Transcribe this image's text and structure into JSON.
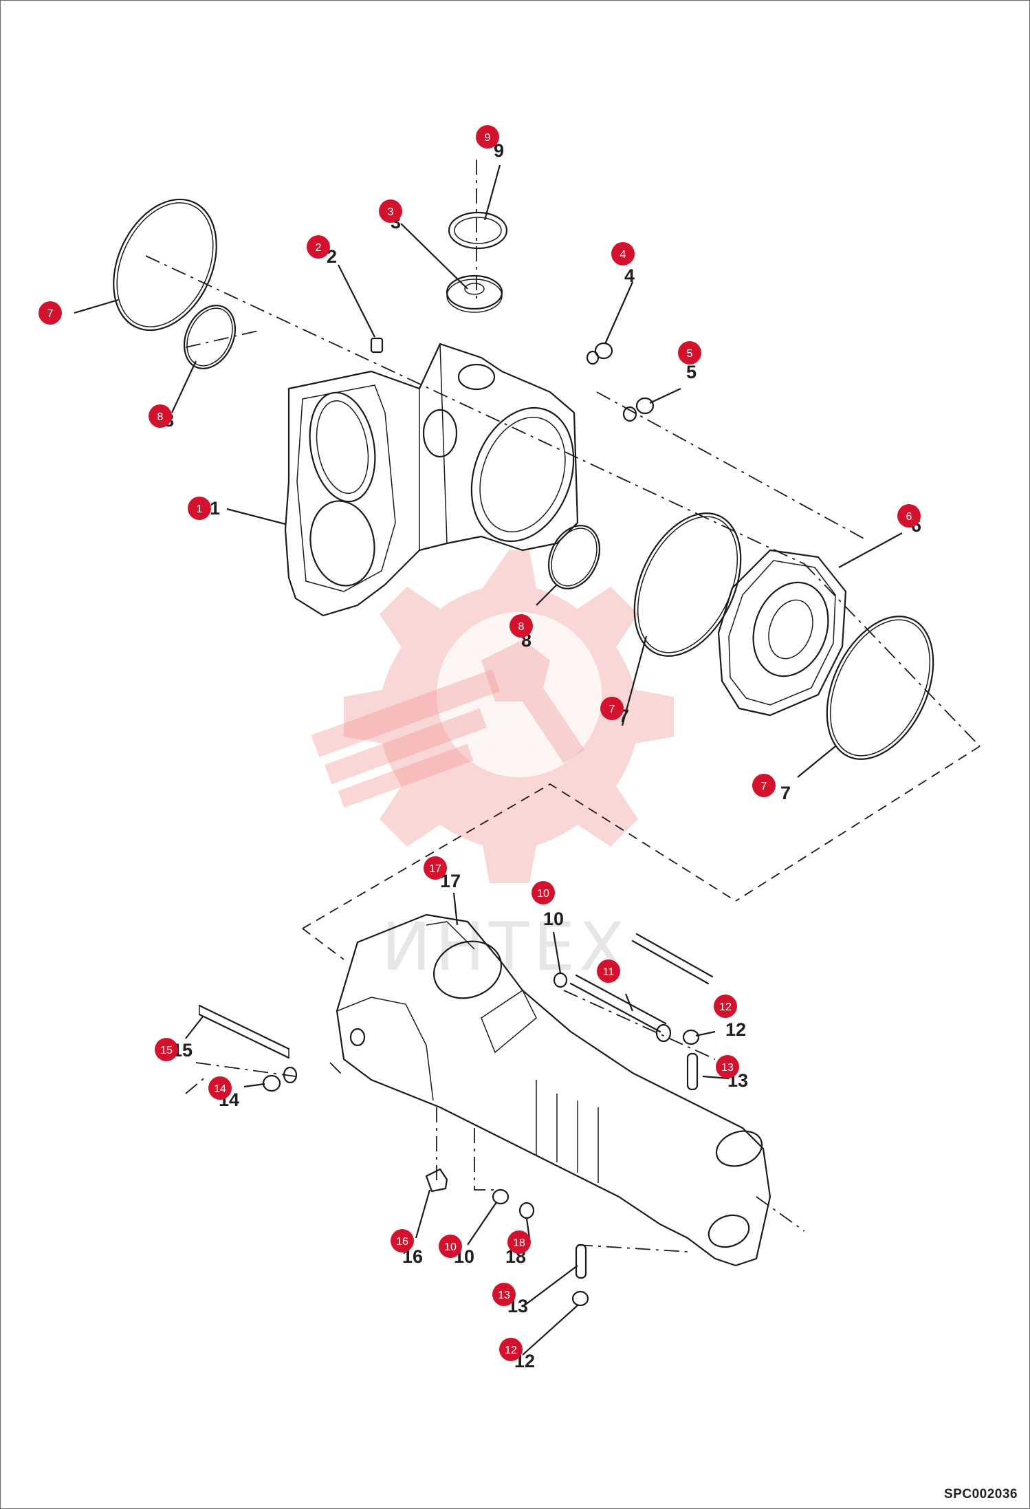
{
  "drawing": {
    "code": "SPC002036",
    "watermark": "ИНТЕХ",
    "colors": {
      "badge": "#d3122d",
      "line": "#1a1a1a",
      "watermark": "#f28d8d"
    }
  },
  "callouts": [
    {
      "id": "c1",
      "number": "1"
    },
    {
      "id": "c2",
      "number": "2"
    },
    {
      "id": "c3",
      "number": "3"
    },
    {
      "id": "c4",
      "number": "4"
    },
    {
      "id": "c5",
      "number": "5"
    },
    {
      "id": "c6",
      "number": "6"
    },
    {
      "id": "c7a",
      "number": "7"
    },
    {
      "id": "c7b",
      "number": "7"
    },
    {
      "id": "c7c",
      "number": "7"
    },
    {
      "id": "c8a",
      "number": "8"
    },
    {
      "id": "c8b",
      "number": "8"
    },
    {
      "id": "c9",
      "number": "9"
    },
    {
      "id": "c10a",
      "number": "10"
    },
    {
      "id": "c10b",
      "number": "10"
    },
    {
      "id": "c11",
      "number": "11"
    },
    {
      "id": "c12a",
      "number": "12"
    },
    {
      "id": "c12b",
      "number": "12"
    },
    {
      "id": "c13a",
      "number": "13"
    },
    {
      "id": "c13b",
      "number": "13"
    },
    {
      "id": "c14",
      "number": "14"
    },
    {
      "id": "c15",
      "number": "15"
    },
    {
      "id": "c16",
      "number": "16"
    },
    {
      "id": "c17",
      "number": "17"
    },
    {
      "id": "c18",
      "number": "18"
    }
  ]
}
